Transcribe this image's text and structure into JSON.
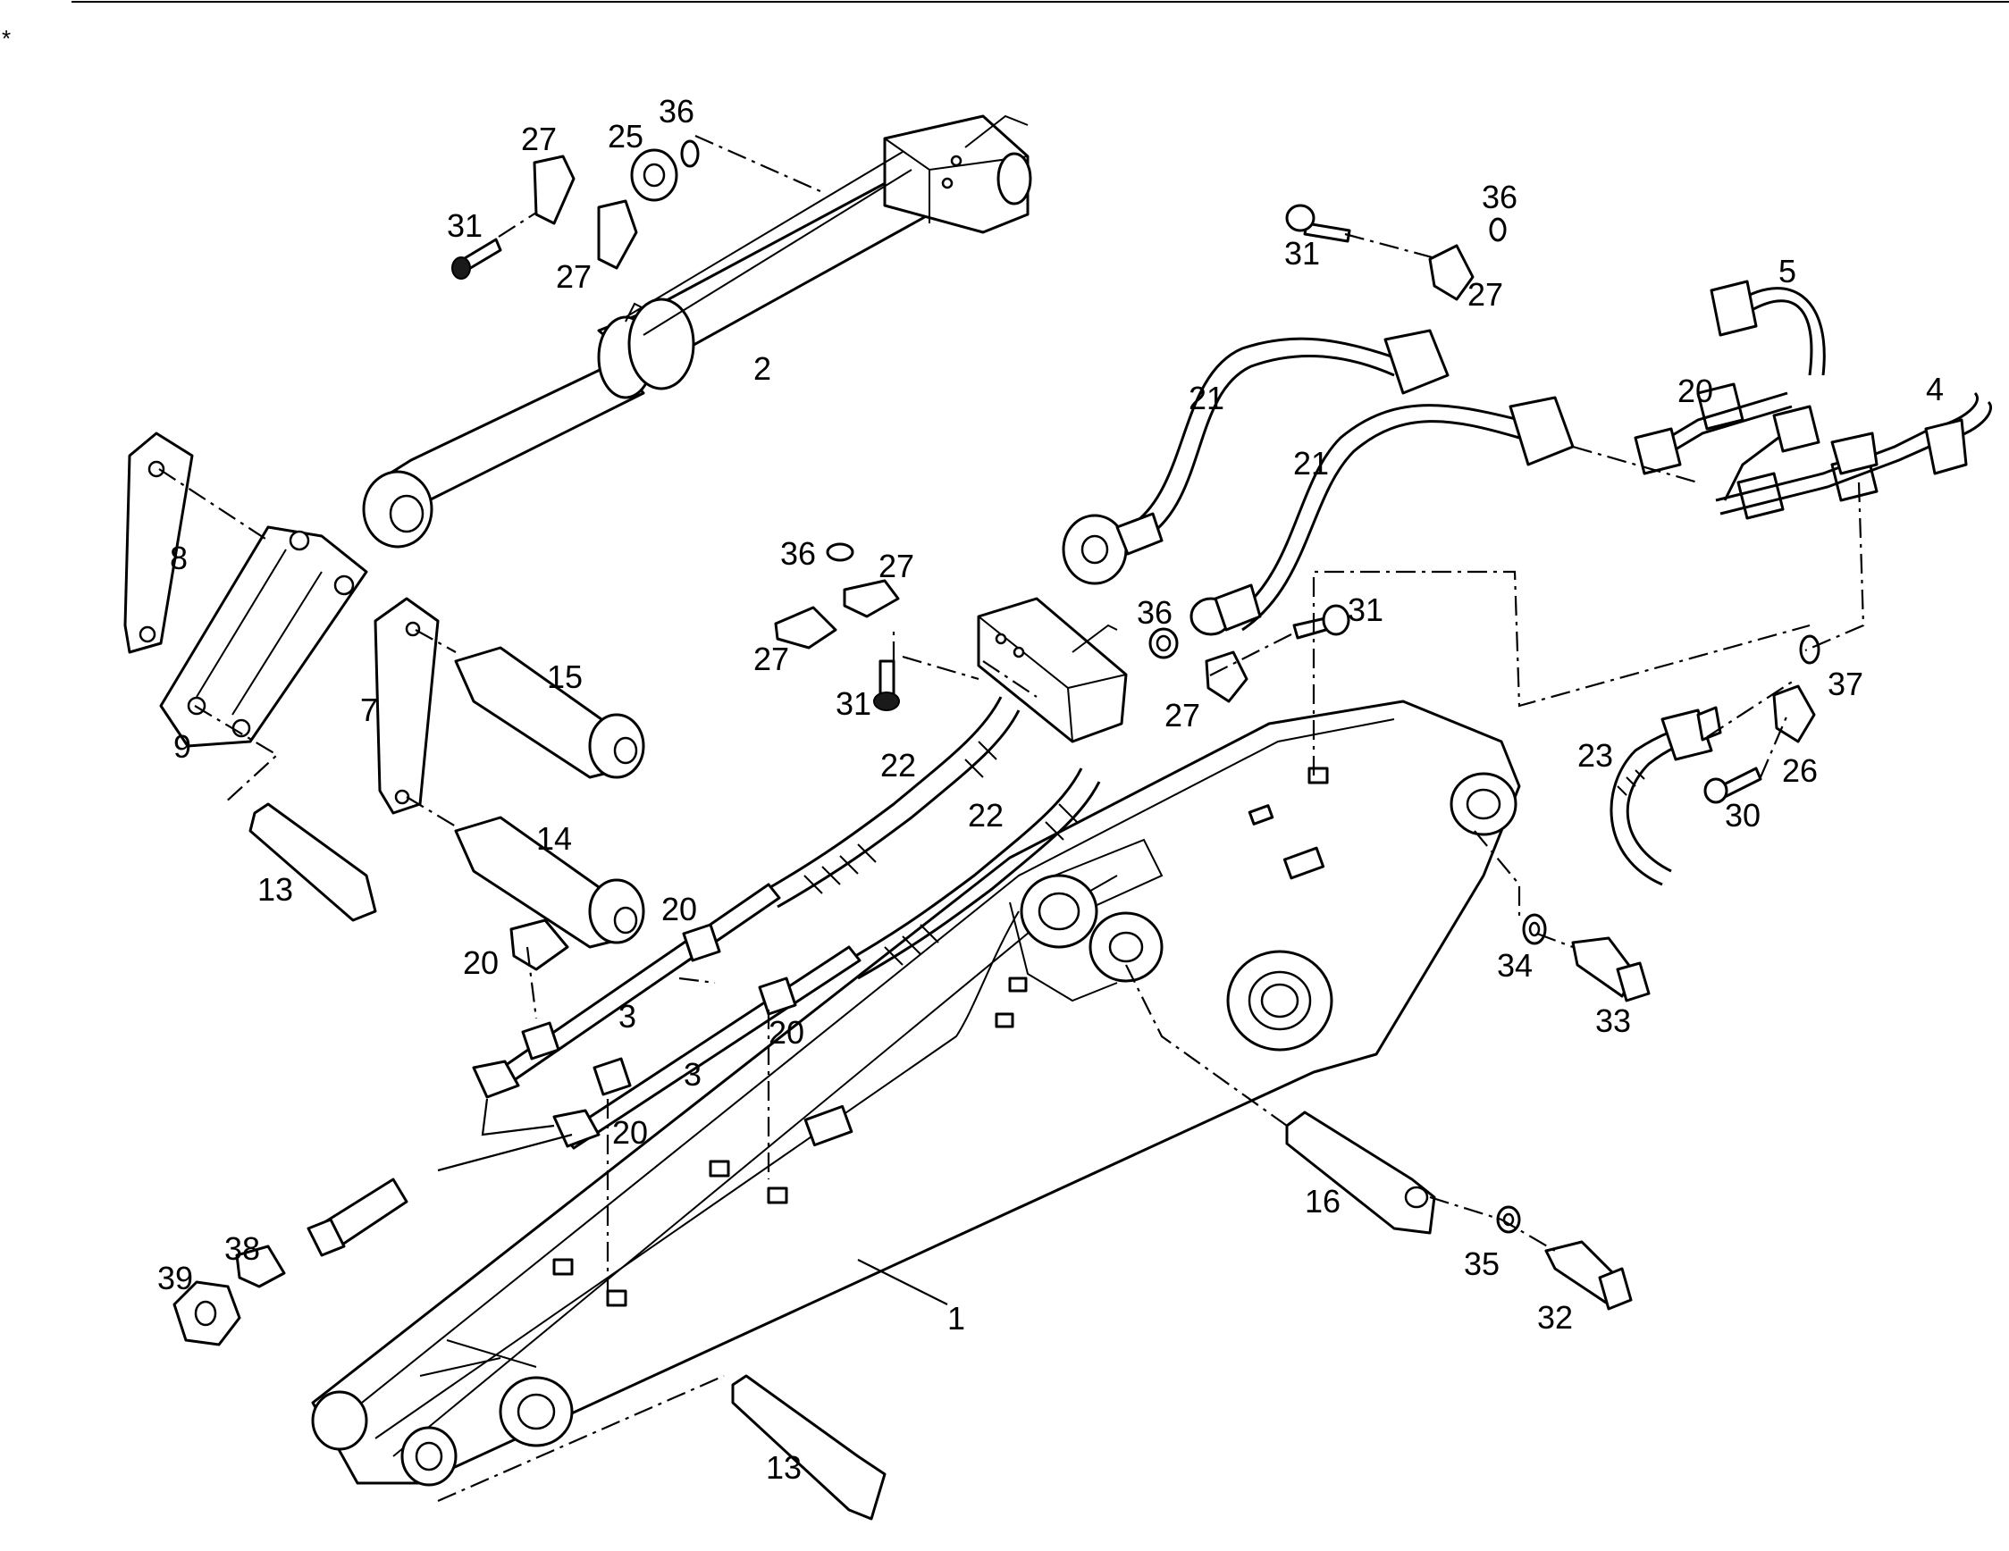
{
  "diagram": {
    "callouts": {
      "c1": "1",
      "c2": "2",
      "c3a": "3",
      "c3b": "3",
      "c4": "4",
      "c5": "5",
      "c7": "7",
      "c8": "8",
      "c9": "9",
      "c13a": "13",
      "c13b": "13",
      "c14": "14",
      "c15": "15",
      "c16": "16",
      "c20a": "20",
      "c20b": "20",
      "c20c": "20",
      "c20d": "20",
      "c20e": "20",
      "c21a": "21",
      "c21b": "21",
      "c22a": "22",
      "c22b": "22",
      "c23": "23",
      "c25": "25",
      "c26": "26",
      "c27a": "27",
      "c27b": "27",
      "c27c": "27",
      "c27d": "27",
      "c27e": "27",
      "c30": "30",
      "c31a": "31",
      "c31b": "31",
      "c31c": "31",
      "c31d": "31",
      "c32": "32",
      "c33": "33",
      "c34": "34",
      "c35": "35",
      "c36a": "36",
      "c36b": "36",
      "c36c": "36",
      "c36d": "36",
      "c37": "37",
      "c38": "38",
      "c39": "39"
    }
  }
}
